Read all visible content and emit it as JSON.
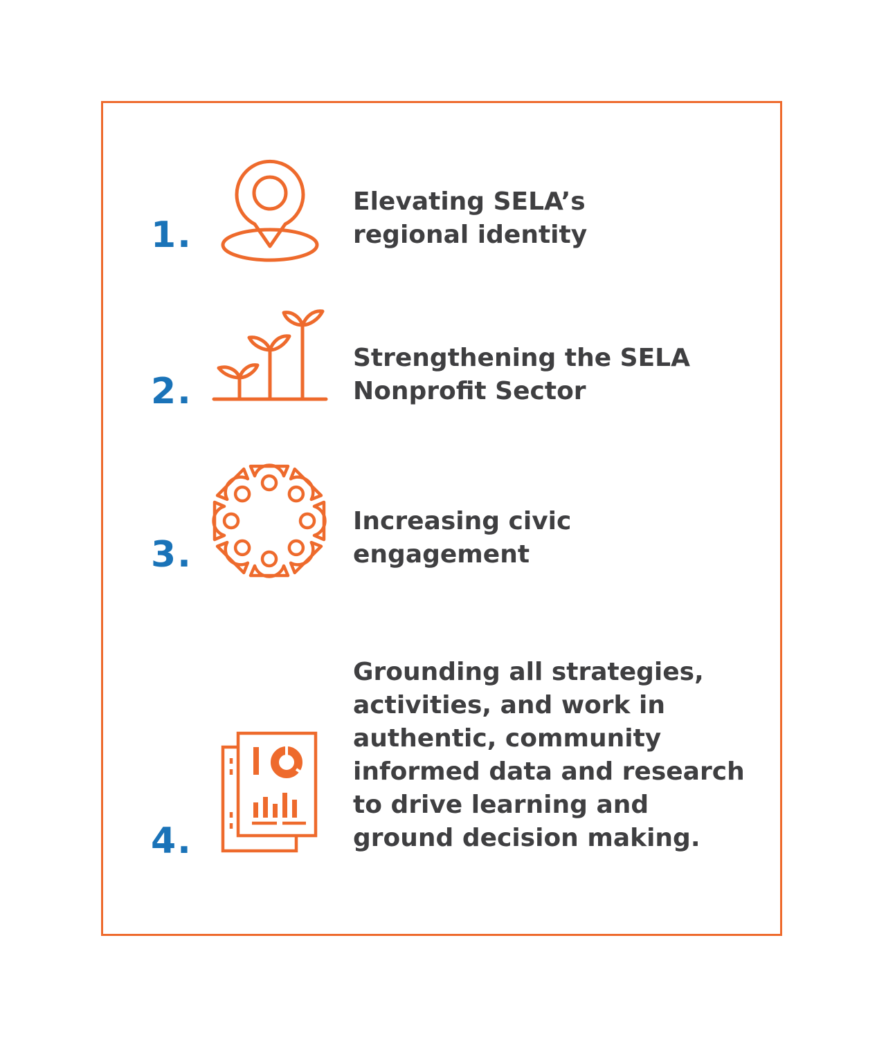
{
  "colors": {
    "frame": "#ee6a2c",
    "icon": "#ee6a2c",
    "number": "#1a73b8",
    "text": "#3f3f41"
  },
  "items": [
    {
      "number": "1.",
      "icon": "location-pin-icon",
      "lines": [
        "Elevating SELA’s",
        "regional identity"
      ]
    },
    {
      "number": "2.",
      "icon": "sprouts-icon",
      "lines": [
        "Strengthening the SELA",
        "Nonprofit Sector"
      ]
    },
    {
      "number": "3.",
      "icon": "community-circle-icon",
      "lines": [
        "Increasing civic",
        "engagement"
      ]
    },
    {
      "number": "4.",
      "icon": "data-report-icon",
      "lines": [
        "Grounding all strategies,",
        "activities, and work in",
        "authentic, community",
        "informed data and research",
        "to drive learning and",
        "ground decision making."
      ]
    }
  ]
}
